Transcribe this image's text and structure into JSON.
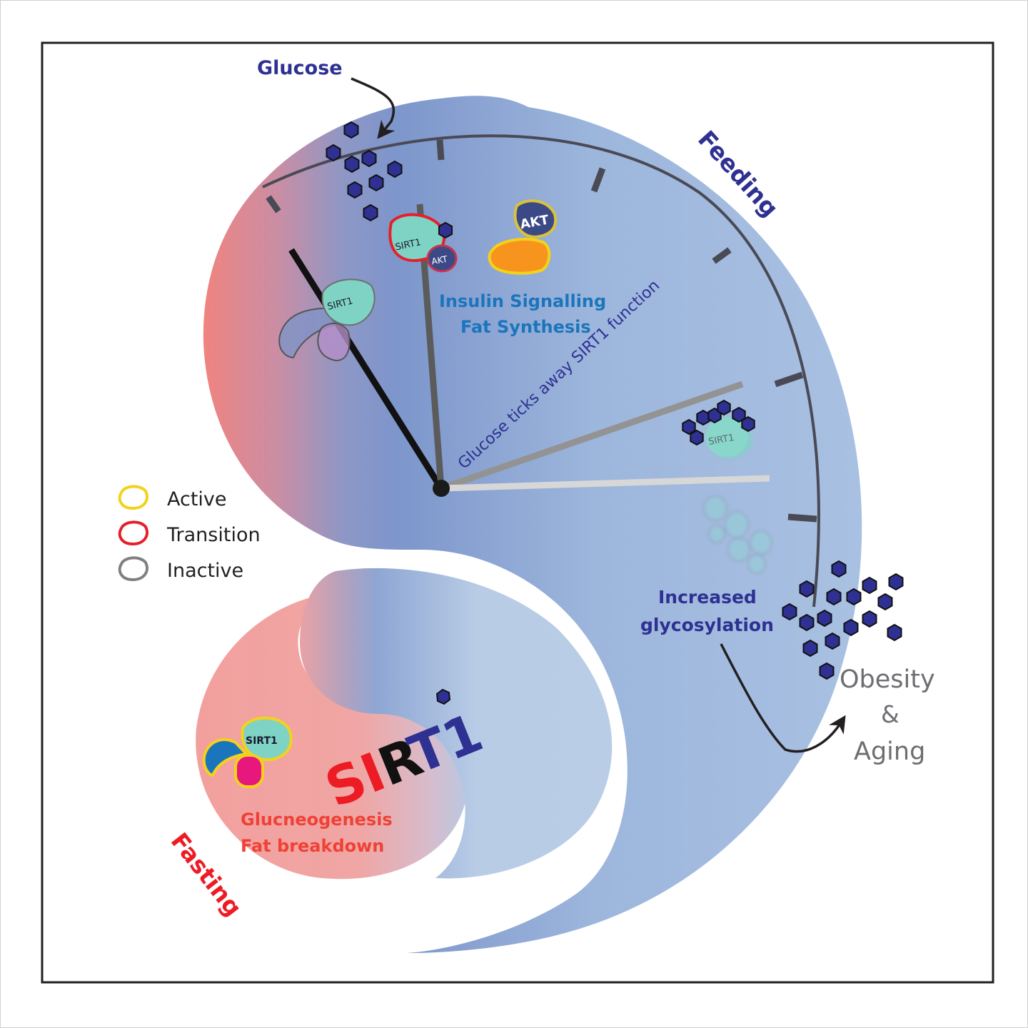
{
  "title": "SIRT1 feeding/fasting clock diagram",
  "colors": {
    "navy": "#2e3192",
    "insulin_blue": "#1b75bc",
    "fasting_red": "#ed1c24",
    "pink_text": "#ef4136",
    "gray_text": "#6d6e71",
    "active": "#f2d21b",
    "transition": "#e5202a",
    "inactive": "#808080",
    "sirt1_fill": "#7fd3c5",
    "akt_fill": "#3b4a86",
    "orange_partner": "#f7941d",
    "glucose_fill": "#2e3192"
  },
  "labels": {
    "glucose": "Glucose",
    "feeding": "Feeding",
    "fasting": "Fasting",
    "insulin_line1": "Insulin Signalling",
    "insulin_line2": "Fat Synthesis",
    "ticks_away": "Glucose ticks away SIRT1 function",
    "increased": "Increased",
    "glycosylation": "glycosylation",
    "obesity": "Obesity",
    "ampersand": "&",
    "aging": "Aging",
    "gluco_line1": "Glucneogenesis",
    "gluco_line2": "Fat breakdown",
    "sirt1_big": {
      "s": "S",
      "i": "I",
      "r": "R",
      "t": "T",
      "one": "1"
    }
  },
  "proteins": {
    "sirt1": "SIRT1",
    "akt": "AKT"
  },
  "legend": [
    {
      "label": "Active",
      "state": "active"
    },
    {
      "label": "Transition",
      "state": "transition"
    },
    {
      "label": "Inactive",
      "state": "inactive"
    }
  ]
}
